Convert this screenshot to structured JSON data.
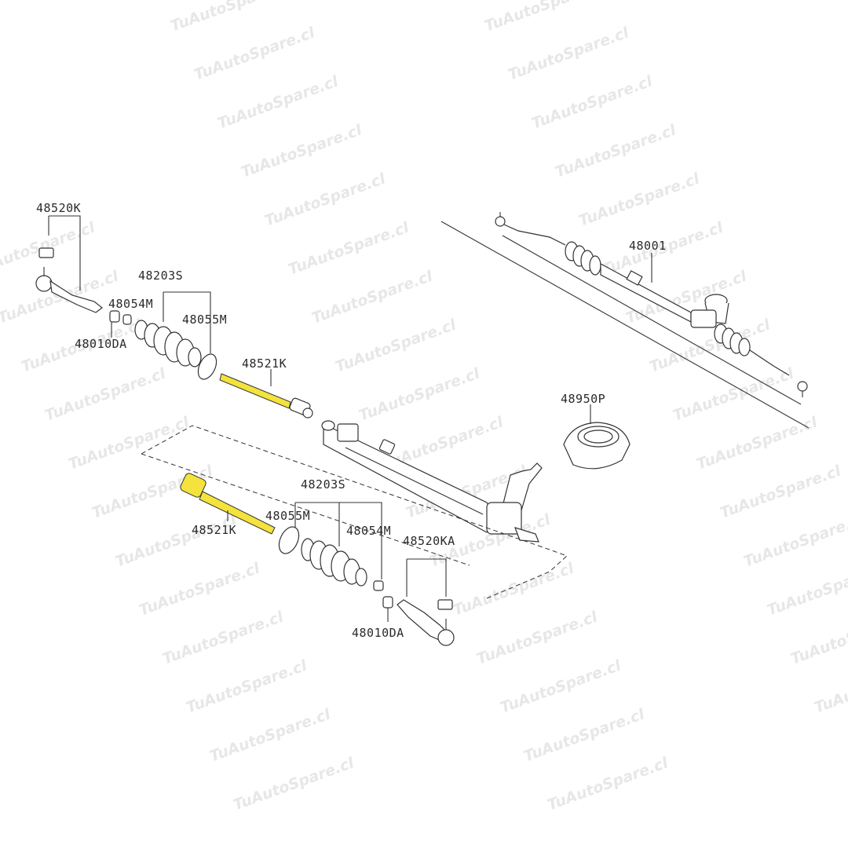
{
  "watermark": {
    "text": "TuAutoSpare.cl",
    "color": "#cfcfcf"
  },
  "highlight_color": "#f3e33c",
  "labels": {
    "tie_rod_end_left": "48520K",
    "boot_left": "48203S",
    "clamp_small_left": "48054M",
    "clamp_large_left": "48055M",
    "nut_left": "48010DA",
    "inner_socket_upper": "48521K",
    "inner_socket_lower": "48521K",
    "boot_right": "48203S",
    "clamp_large_right": "48055M",
    "clamp_small_right": "48054M",
    "tie_rod_end_right": "48520KA",
    "nut_right": "48010DA",
    "gear_assembly": "48001",
    "grommet": "48950P"
  }
}
